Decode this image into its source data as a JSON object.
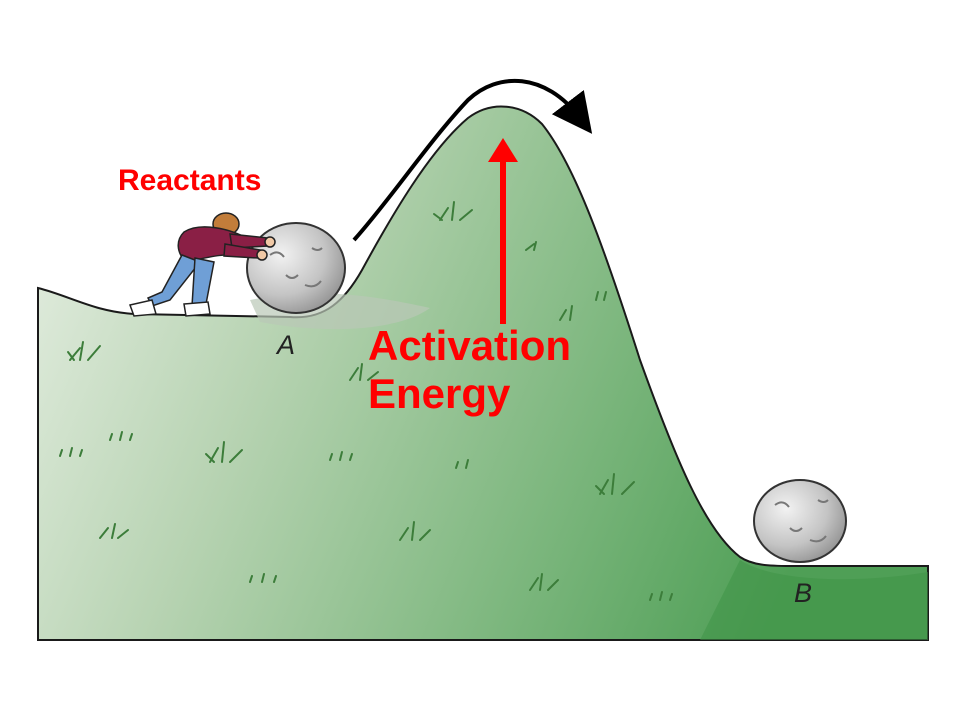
{
  "labels": {
    "reactants": "Reactants",
    "activation_line1": "Activation",
    "activation_line2": "Energy",
    "point_a": "A",
    "point_b": "B"
  },
  "colors": {
    "label_red": "#ff0000",
    "hill_light": "#e6efe3",
    "hill_dark": "#5faa63",
    "boulder": "#c9c9c9",
    "shirt": "#8a1f45",
    "jeans": "#6f9fd6"
  },
  "icons": {
    "person": "person-pushing-icon",
    "boulder": "boulder-icon",
    "arrow_up": "arrow-up-icon",
    "path_arrow": "curved-arrow-icon"
  }
}
